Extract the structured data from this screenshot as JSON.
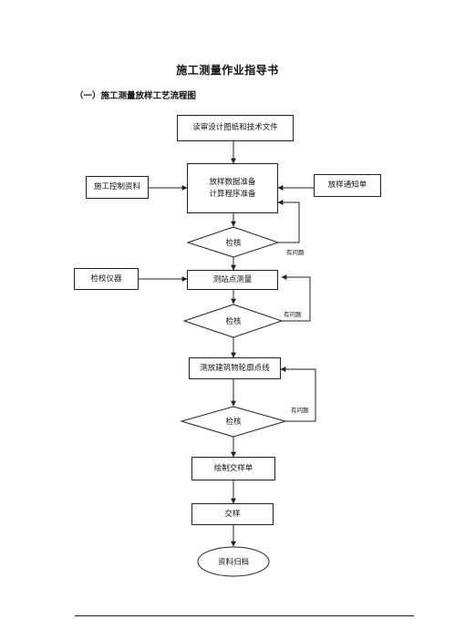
{
  "document": {
    "title": "施工测量作业指导书",
    "subtitle": "（一）施工测量放样工艺流程图"
  },
  "flowchart": {
    "review": "读审设计图纸和技术文件",
    "prep_line1": "放样数据准备",
    "prep_line2": "计算程序准备",
    "control_data": "施工控制资料",
    "notice": "放样通知单",
    "check1": "检核",
    "problem1": "有问题",
    "instrument": "检校仪器",
    "station": "测站点测量",
    "check2": "检核",
    "problem2": "有问题",
    "outline": "测放建筑物轮廓点线",
    "problem3": "有问题",
    "check3": "检核",
    "draw_sheet": "绘制交样单",
    "handover": "交样",
    "archive": "资料归档"
  }
}
